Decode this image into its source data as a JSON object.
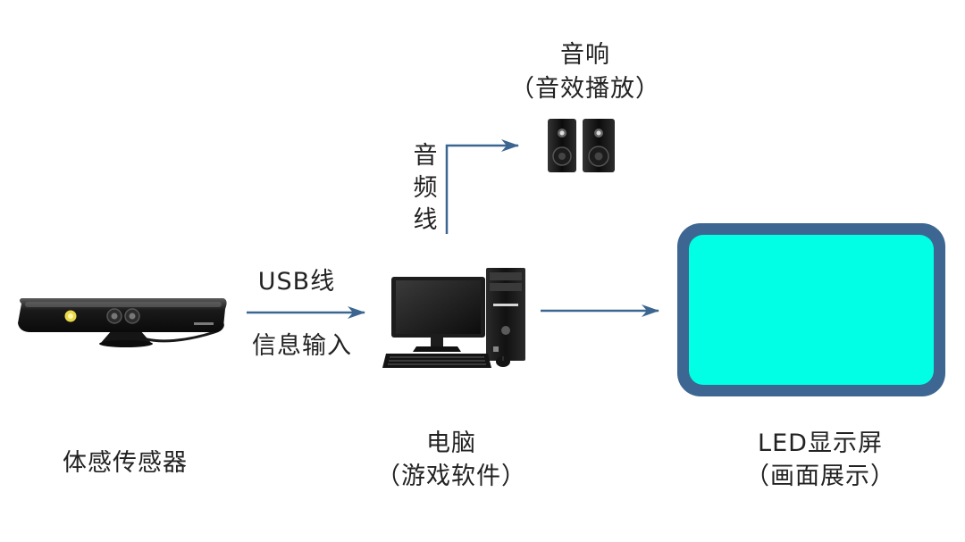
{
  "diagram": {
    "nodes": {
      "sensor": {
        "label": "体感传感器"
      },
      "computer": {
        "label": "电脑",
        "sublabel": "（游戏软件）"
      },
      "speaker": {
        "label": "音响",
        "sublabel": "（音效播放）"
      },
      "display": {
        "label": "LED显示屏",
        "sublabel": "（画面展示）"
      }
    },
    "edges": {
      "sensor_to_computer": {
        "label_top": "USB线",
        "label_bottom": "信息输入"
      },
      "computer_to_speaker": {
        "label_chars": [
          "音",
          "频",
          "线"
        ]
      },
      "computer_to_display": {}
    }
  },
  "colors": {
    "arrow": "#3b6691",
    "screen_fill": "#00ffe5",
    "screen_frame": "#3d6792",
    "text": "#222222"
  }
}
